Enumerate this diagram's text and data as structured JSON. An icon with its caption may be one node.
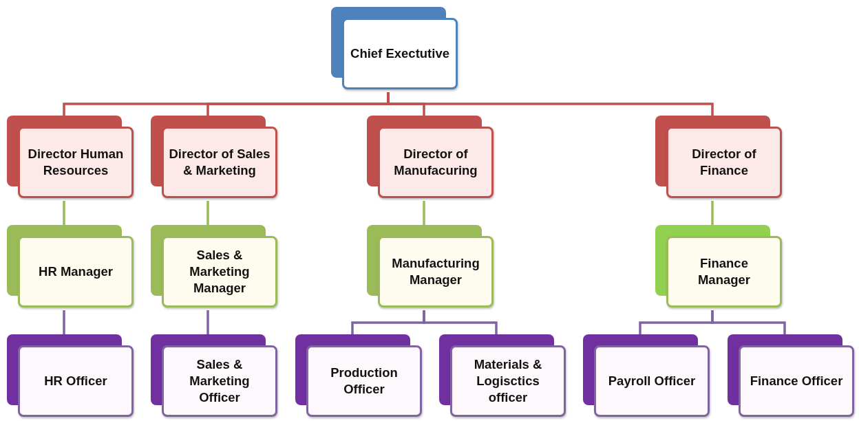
{
  "diagram": {
    "nodes": [
      {
        "text": [
          "Chief Exectutive"
        ]
      },
      {
        "text": [
          "Director Human Resources"
        ]
      },
      {
        "text": [
          "Director of Sales & Marketing"
        ]
      },
      {
        "text": [
          "Director of Manufacuring"
        ]
      },
      {
        "text": [
          "Director of Finance"
        ]
      },
      {
        "text": [
          "HR Manager"
        ]
      },
      {
        "text": [
          "Sales & Marketing Manager"
        ]
      },
      {
        "text": [
          "Manufacturing Manager"
        ]
      },
      {
        "text": [
          "Finance Manager"
        ]
      },
      {
        "text": [
          "HR Officer"
        ]
      },
      {
        "text": [
          "Sales & Marketing Officer"
        ]
      },
      {
        "text": [
          "Production Officer"
        ]
      },
      {
        "text": [
          "Materials & Logisctics officer"
        ]
      },
      {
        "text": [
          "Payroll Officer"
        ]
      },
      {
        "text": [
          "Finance Officer"
        ]
      }
    ],
    "edges": [
      {
        "from": 0,
        "to": 1,
        "arrow": "none",
        "color": "#c0504d"
      },
      {
        "from": 0,
        "to": 2,
        "arrow": "none",
        "color": "#c0504d"
      },
      {
        "from": 0,
        "to": 3,
        "arrow": "none",
        "color": "#c0504d"
      },
      {
        "from": 0,
        "to": 4,
        "arrow": "none",
        "color": "#c0504d"
      },
      {
        "from": 1,
        "to": 5,
        "arrow": "none",
        "color": "#9bbb59"
      },
      {
        "from": 2,
        "to": 6,
        "arrow": "none",
        "color": "#9bbb59"
      },
      {
        "from": 3,
        "to": 7,
        "arrow": "none",
        "color": "#9bbb59"
      },
      {
        "from": 4,
        "to": 8,
        "arrow": "none",
        "color": "#9bbb59"
      },
      {
        "from": 5,
        "to": 9,
        "arrow": "none"
      },
      {
        "from": 6,
        "to": 10,
        "arrow": "none"
      },
      {
        "from": 7,
        "to": 11,
        "arrow": "none"
      },
      {
        "from": 7,
        "to": 12,
        "arrow": "none"
      },
      {
        "from": 8,
        "to": 13,
        "arrow": "none"
      },
      {
        "from": 8,
        "to": 14,
        "arrow": "none"
      }
    ]
  }
}
